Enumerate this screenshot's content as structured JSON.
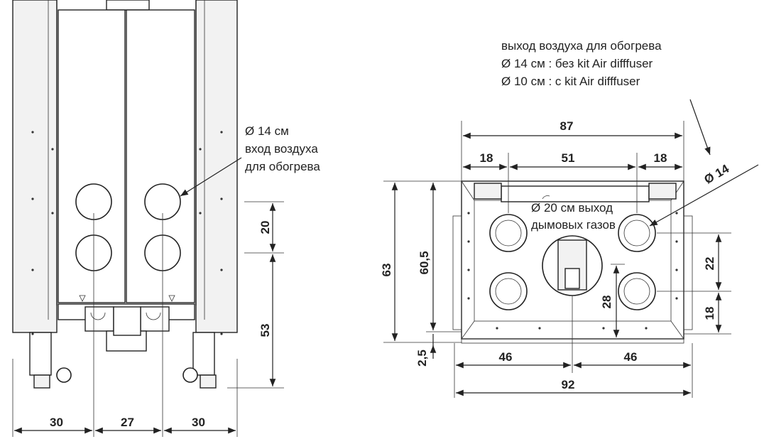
{
  "front_view": {
    "dims": {
      "bottom_left": "30",
      "bottom_mid": "27",
      "bottom_right": "30",
      "hole_spacing": "20",
      "hole_height": "53"
    },
    "inlet_note": [
      "Ø 14 см",
      "вход воздуха",
      "для обогрева"
    ]
  },
  "top_view": {
    "outlet_note": [
      "выход воздуха для обогрева",
      "Ø 14 см : без kit Air difffuser",
      "Ø 10 см : с kit Air difffuser"
    ],
    "flue_note": [
      "Ø 20 см выход",
      "дымовых газов"
    ],
    "dims": {
      "total_top": "87",
      "left_top": "18",
      "mid_top": "51",
      "right_top": "18",
      "diameter": "Ø 14",
      "height_outer": "63",
      "height_inner": "60,5",
      "hole_spacing_v": "22",
      "hole_bottom": "18",
      "flue_center": "28",
      "base_offset": "2,5",
      "bottom_left": "46",
      "bottom_right": "46",
      "total_bottom": "92"
    }
  }
}
